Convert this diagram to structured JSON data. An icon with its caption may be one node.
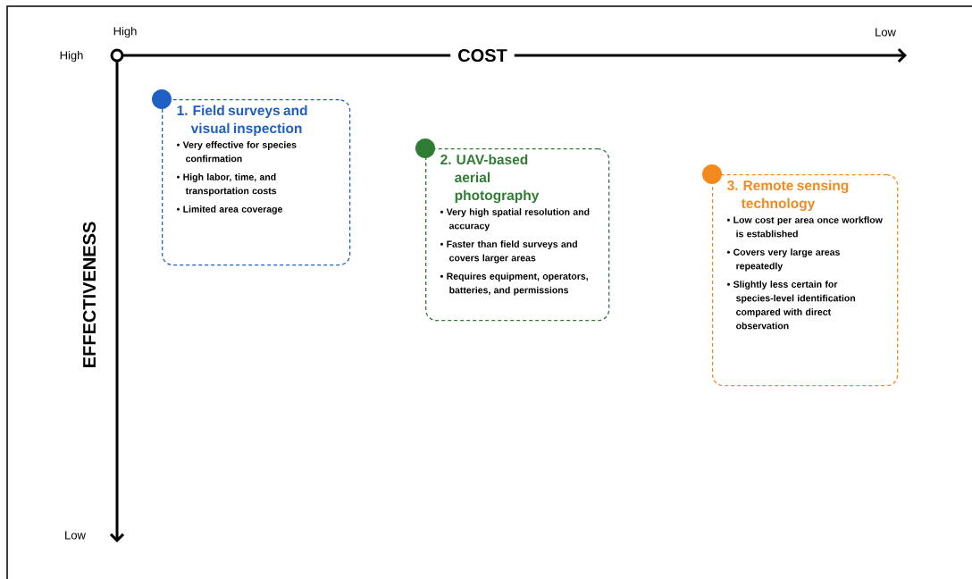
{
  "diagram": {
    "nodes": [
      {
        "text": [
          "1. Field surveys and visual inspection",
          "• Very effective for species confirmation",
          "• High labor, time, and transportation costs",
          "• Limited area coverage"
        ]
      },
      {
        "text": [
          "2. UAV-based aerial photography",
          "• Very high spatial resolution and accuracy",
          "• Faster than field surveys and covers larger areas",
          "• Requires equipment, operators, batteries, and permissions"
        ]
      },
      {
        "text": [
          "3. Remote sensing technology",
          "• Low cost per area once workflow is established",
          "• Covers very large areas repeatedly",
          "• Slightly less certain for species-level identification compared with direct observation"
        ]
      }
    ],
    "labels": [
      "High",
      "High",
      "COST",
      "Low",
      "EFFECTIVENESS",
      "Low"
    ]
  }
}
